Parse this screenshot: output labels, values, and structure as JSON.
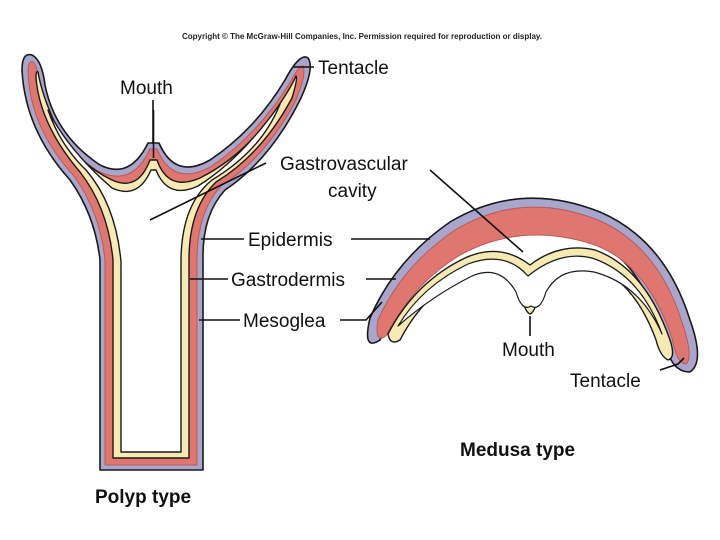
{
  "copyright": "Copyright © The McGraw-Hill Companies, Inc. Permission required for reproduction or display.",
  "labels": {
    "mouth_polyp": "Mouth",
    "tentacle_polyp": "Tentacle",
    "gastro_line1": "Gastrovascular",
    "gastro_line2": "cavity",
    "epidermis": "Epidermis",
    "gastrodermis": "Gastrodermis",
    "mesoglea": "Mesoglea",
    "mouth_medusa": "Mouth",
    "tentacle_medusa": "Tentacle"
  },
  "titles": {
    "polyp": "Polyp type",
    "medusa": "Medusa type"
  },
  "colors": {
    "epidermis": "#a8a6cc",
    "mesoglea": "#e07670",
    "gastrodermis": "#f7e9b2",
    "outline": "#1a1a1a"
  }
}
